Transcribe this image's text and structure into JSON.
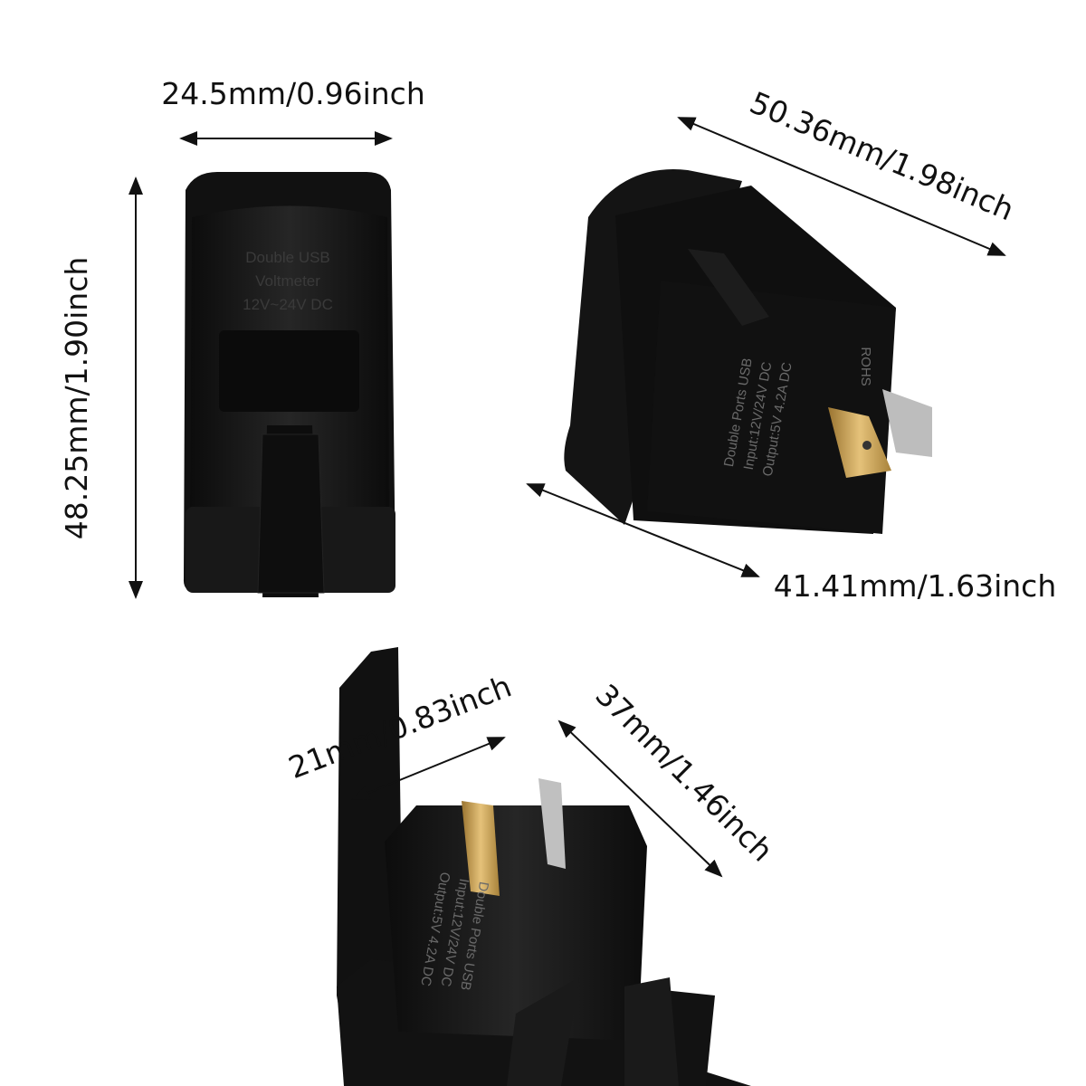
{
  "dimensions": {
    "front_width": "24.5mm/0.96inch",
    "front_height": "48.25mm/1.90inch",
    "side_length": "50.36mm/1.98inch",
    "side_depth": "41.41mm/1.63inch",
    "bottom_width": "21mm/0.83inch",
    "bottom_depth": "37mm/1.46inch"
  },
  "front_product_label": [
    "Double USB",
    "Voltmeter",
    "12V~24V DC"
  ],
  "rear_product_label": [
    "Double Ports USB",
    "Input:12V/24V DC",
    "Output:5V 4.2A DC"
  ],
  "rohs_mark": "ROHS",
  "colors": {
    "product": "#151515",
    "terminal": "#c9a25a",
    "text": "#111111"
  }
}
